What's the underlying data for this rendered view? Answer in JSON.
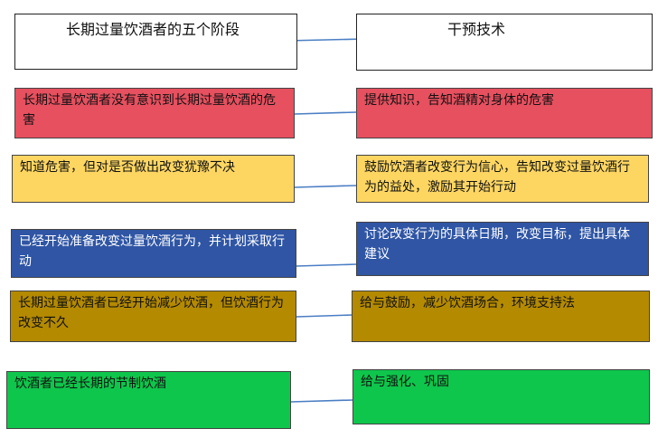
{
  "header": {
    "left_title": "长期过量饮酒者的五个阶段",
    "right_title": "干预技术"
  },
  "stages": [
    {
      "left_text": "长期过量饮酒者没有意识到长期过量饮酒的危害",
      "right_text": "提供知识，告知酒精对身体的危害",
      "color": "#e6505f"
    },
    {
      "left_text": "知道危害，但对是否做出改变犹豫不决",
      "right_text": "鼓励饮酒者改变行为信心，告知改变过量饮酒行为的益处，激励其开始行动",
      "color": "#fdd662"
    },
    {
      "left_text": "已经开始准备改变过量饮酒行为，并计划采取行动",
      "right_text": "讨论改变行为的具体日期，改变目标，提出具体建议",
      "color": "#2f55a4"
    },
    {
      "left_text": "长期过量饮酒者已经开始减少饮酒，但饮酒行为改变不久",
      "right_text": "给与鼓励，减少饮酒场合，环境支持法",
      "color": "#b48a00"
    },
    {
      "left_text": "饮酒者已经长期的节制饮酒",
      "right_text": "给与强化、巩固",
      "color": "#0ec64c"
    }
  ]
}
